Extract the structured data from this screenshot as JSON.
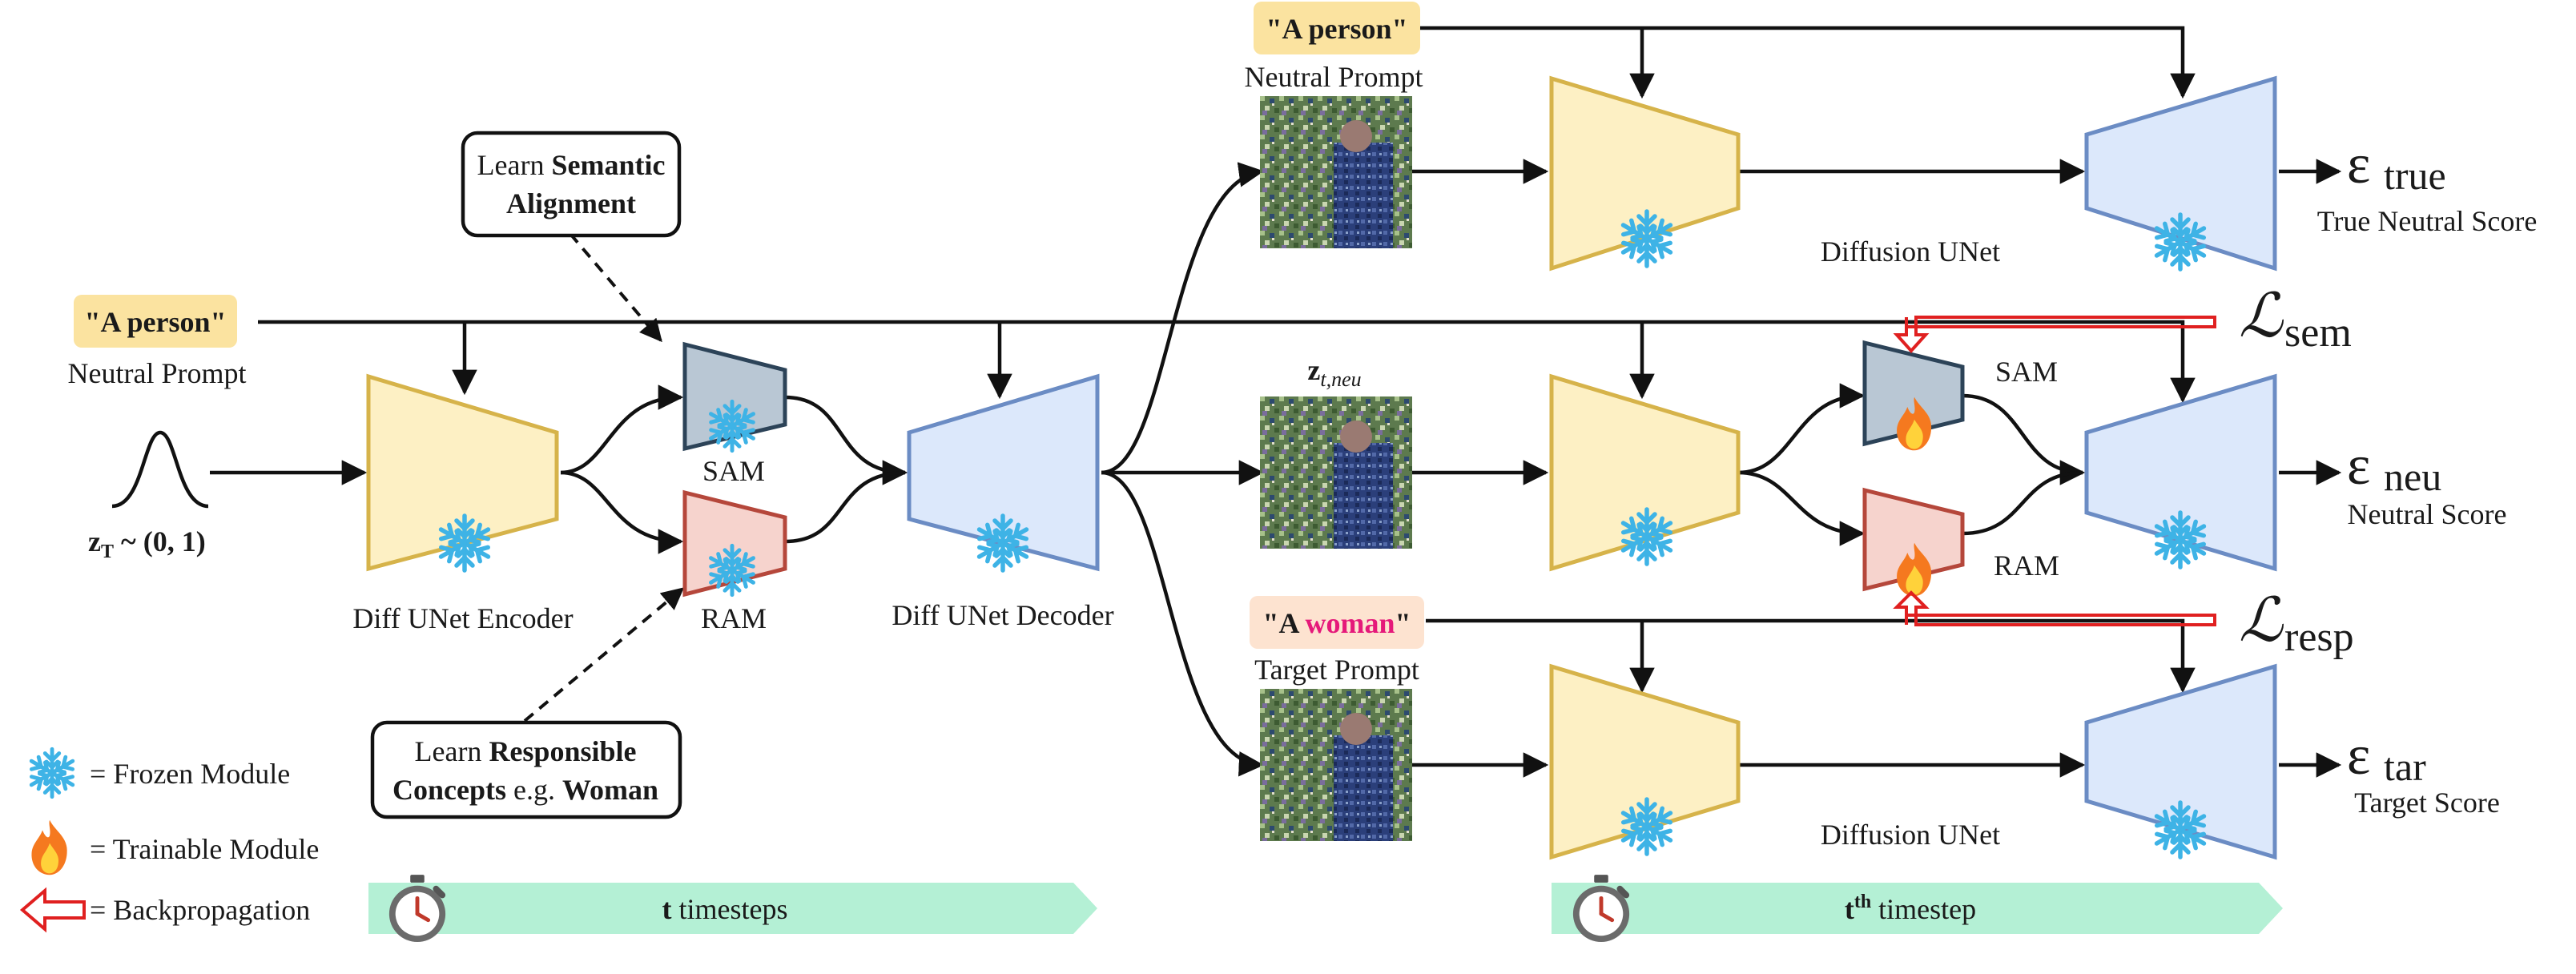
{
  "prompts": {
    "neutral_left": {
      "text": "\"A person\"",
      "caption": "Neutral Prompt"
    },
    "neutral_top": {
      "text": "\"A person\"",
      "caption": "Neutral Prompt"
    },
    "target": {
      "prefix": "\"A ",
      "highlight": "woman",
      "suffix": "\"",
      "caption": "Target Prompt"
    }
  },
  "noise": {
    "label_main": "z",
    "label_sub": "T",
    "label_rest": " ~ (0, 1)"
  },
  "left_pipeline": {
    "encoder_label": "Diff UNet Encoder",
    "decoder_label": "Diff UNet Decoder",
    "sam_label": "SAM",
    "ram_label": "RAM"
  },
  "callouts": {
    "semantic": {
      "line1_a": "Learn ",
      "line1_b": "Semantic",
      "line2": "Alignment"
    },
    "responsible": {
      "line1_a": "Learn ",
      "line1_b": "Responsible",
      "line2_a": "Concepts",
      "line2_b": " e.g. ",
      "line2_c": "Woman"
    }
  },
  "right_pipeline": {
    "latent_label_main": "z",
    "latent_label_sub": "t,neu",
    "unet_top_label": "Diffusion UNet",
    "unet_bottom_label": "Diffusion UNet",
    "sam_label": "SAM",
    "ram_label": "RAM"
  },
  "outputs": {
    "true": {
      "symbol": "ε",
      "sub": "true",
      "caption": "True Neutral Score"
    },
    "neu": {
      "symbol": "ε",
      "sub": "neu",
      "caption": "Neutral Score"
    },
    "tar": {
      "symbol": "ε",
      "sub": "tar",
      "caption": "Target Score"
    }
  },
  "losses": {
    "sem": {
      "symbol": "ℒ",
      "sub": "sem"
    },
    "resp": {
      "symbol": "ℒ",
      "sub": "resp"
    }
  },
  "legend": {
    "frozen": "= Frozen Module",
    "trainable": "= Trainable Module",
    "backprop": "= Backpropagation"
  },
  "timelines": {
    "left": {
      "bold": "t",
      "rest": " timesteps"
    },
    "right": {
      "bold": "t",
      "sup": "th",
      "rest": " timestep"
    }
  },
  "colors": {
    "encoder_fill": "#fdf0c4",
    "encoder_stroke": "#d6b34a",
    "decoder_fill": "#dce8fb",
    "decoder_stroke": "#6b8cc4",
    "sam_fill": "#b9c7d4",
    "sam_stroke": "#2c4358",
    "ram_fill": "#f6d3cd",
    "ram_stroke": "#b5473b",
    "prompt_bg": "#fbe3a0",
    "target_prompt_bg": "#fde3d0",
    "woman_text": "#e5197a",
    "timeline": "#b4f0d5",
    "backprop": "#e02020",
    "snowflake": "#3eb3e6"
  }
}
